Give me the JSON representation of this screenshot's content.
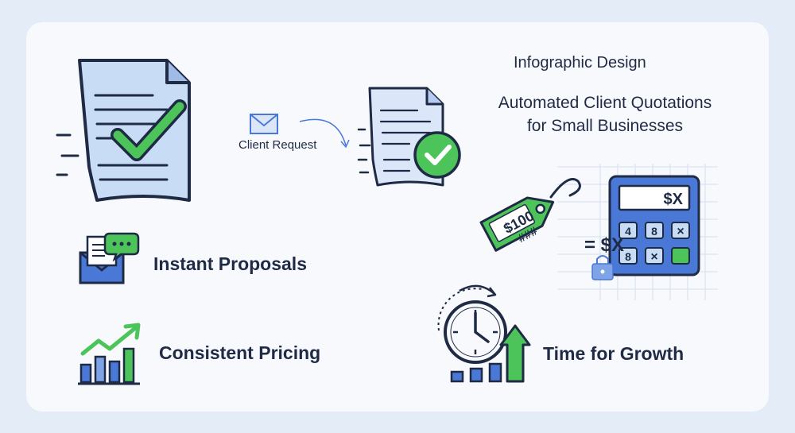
{
  "header": {
    "eyebrow": "Infographic Design",
    "title_line1": "Automated Client Quotations",
    "title_line2": "for Small Businesses"
  },
  "flow": {
    "client_request_label": "Client Request"
  },
  "features": [
    {
      "label": "Instant Proposals",
      "icon": "email-chat-icon"
    },
    {
      "label": "Consistent Pricing",
      "icon": "trend-bar-chart-icon"
    },
    {
      "label": "Time for Growth",
      "icon": "clock-growth-icon"
    }
  ],
  "pricing_illustration": {
    "price_tag_value": "$100",
    "price_tag_code": "###",
    "calculator_display": "$X",
    "calculator_keys": [
      "4",
      "8",
      "×",
      "8",
      "×",
      ""
    ],
    "equals_text": "= $X"
  },
  "colors": {
    "background": "#e3ecf7",
    "card": "#f7f9fc",
    "accent_blue": "#4a78d6",
    "accent_green": "#4cc45a",
    "ink": "#1f2a44"
  }
}
